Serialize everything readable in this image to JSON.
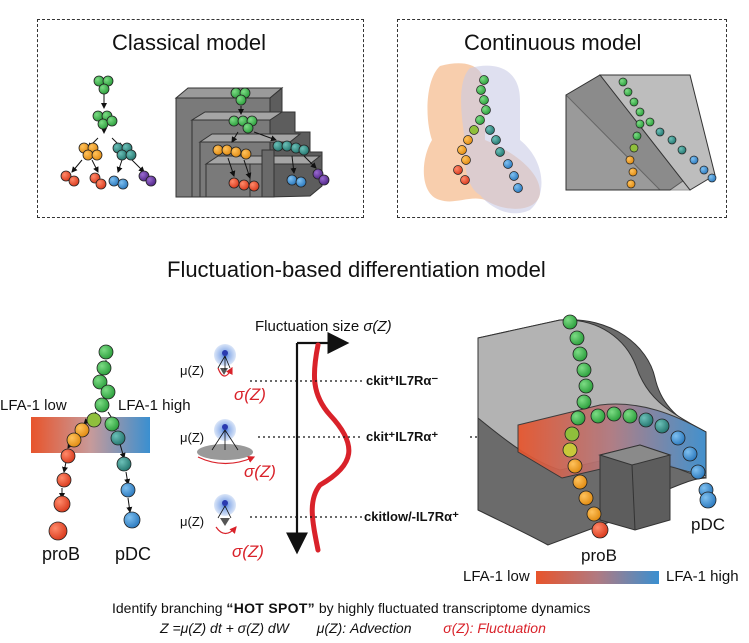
{
  "panels": {
    "classical_title": "Classical model",
    "continuous_title": "Continuous model"
  },
  "main_title": "Fluctuation-based differentiation model",
  "left": {
    "lfa_low": "LFA-1 low",
    "lfa_high": "LFA-1 high",
    "prob": "proB",
    "pdc": "pDC"
  },
  "middle": {
    "fluct_size": "Fluctuation size",
    "fluct_symbol": "σ(Z)",
    "mu": "μ(Z)",
    "sigma": "σ(Z)",
    "stage1": "ckit⁺IL7Rα⁻",
    "stage2": "ckit⁺IL7Rα⁺",
    "stage3": "ckitlow/-IL7Rα⁺"
  },
  "right": {
    "prob": "proB",
    "pdc": "pDC",
    "legend_low": "LFA-1 low",
    "legend_high": "LFA-1 high"
  },
  "footer": {
    "line1_pre": "Identify branching ",
    "line1_hot": "“HOT SPOT”",
    "line1_post": " by highly fluctuated transcriptome dynamics",
    "eq_main": "Z =μ(Z) dt + σ(Z) dW",
    "eq_adv": "μ(Z): Advection",
    "eq_fluct": "σ(Z): Fluctuation"
  },
  "colors": {
    "green": "#3cb44b",
    "orange": "#f39c1f",
    "red_orange": "#e8542b",
    "teal": "#2e8f87",
    "blue": "#3a8fd0",
    "purple": "#6a3aa0",
    "fluct_red": "#d9222a",
    "block_gray": "#7a7a7a",
    "lfa_low": "#e8542b",
    "lfa_high": "#3a8fd0"
  }
}
